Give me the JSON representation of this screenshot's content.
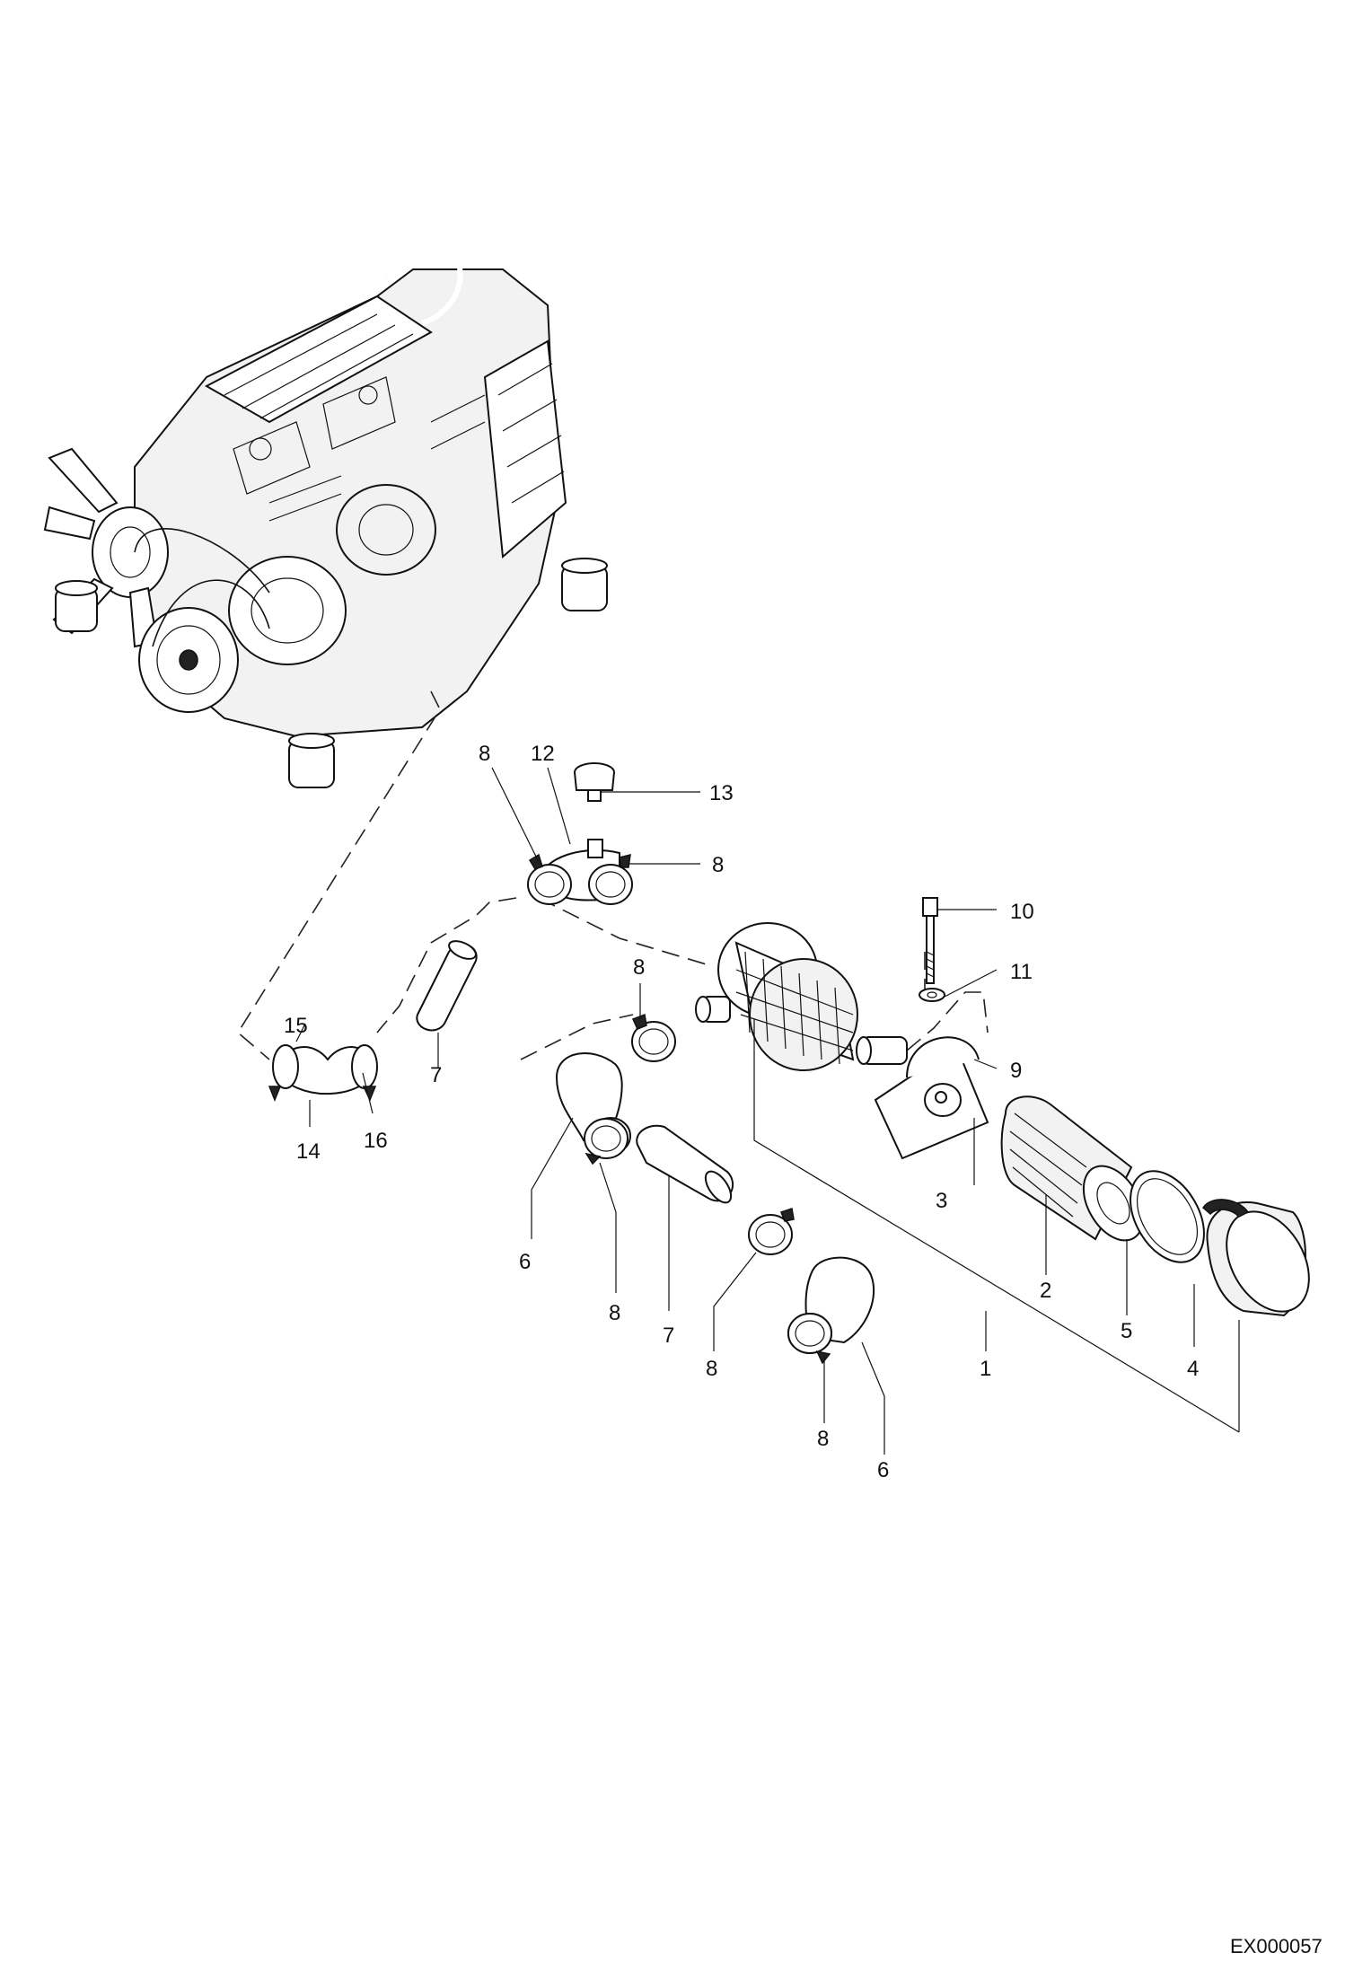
{
  "callouts": {
    "c1": "1",
    "c2": "2",
    "c3": "3",
    "c4": "4",
    "c5": "5",
    "c6a": "6",
    "c6b": "6",
    "c7a": "7",
    "c7b": "7",
    "c8a": "8",
    "c8b": "8",
    "c8c": "8",
    "c8d": "8",
    "c8e": "8",
    "c8f": "8",
    "c9": "9",
    "c10": "10",
    "c11": "11",
    "c12": "12",
    "c13": "13",
    "c14": "14",
    "c15": "15",
    "c16": "16"
  },
  "document_id": "EX000057"
}
